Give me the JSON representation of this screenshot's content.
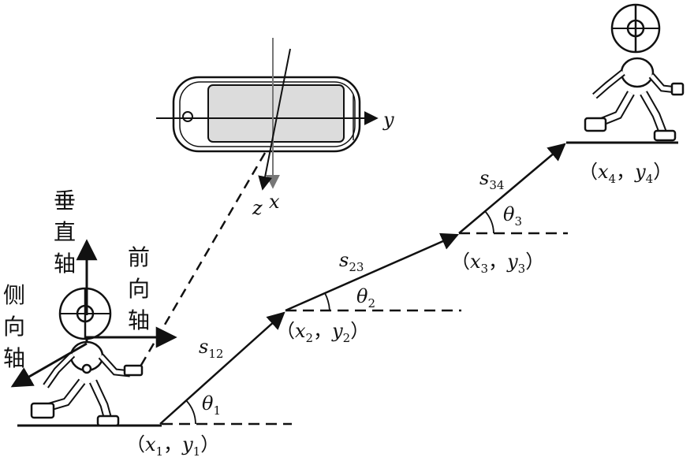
{
  "axes_labels": {
    "vertical_axis": [
      "垂",
      "直",
      "轴"
    ],
    "forward_axis": [
      "前",
      "向",
      "轴"
    ],
    "lateral_axis": [
      "侧",
      "向",
      "轴"
    ]
  },
  "phone_axes": {
    "y": "y",
    "z": "z",
    "x": "x"
  },
  "points": [
    {
      "open": "（",
      "xv": "x",
      "xsub": "1",
      "sep": "，",
      "yv": "y",
      "ysub": "1",
      "close": "）"
    },
    {
      "open": "（",
      "xv": "x",
      "xsub": "2",
      "sep": "，",
      "yv": "y",
      "ysub": "2",
      "close": "）"
    },
    {
      "open": "（",
      "xv": "x",
      "xsub": "3",
      "sep": "，",
      "yv": "y",
      "ysub": "3",
      "close": "）"
    },
    {
      "open": "（",
      "xv": "x",
      "xsub": "4",
      "sep": "，",
      "yv": "y",
      "ysub": "4",
      "close": "）"
    }
  ],
  "segments": [
    {
      "sym": "s",
      "sub": "12"
    },
    {
      "sym": "s",
      "sub": "23"
    },
    {
      "sym": "s",
      "sub": "34"
    }
  ],
  "angles": [
    {
      "sym": "θ",
      "sub": "1"
    },
    {
      "sym": "θ",
      "sub": "2"
    },
    {
      "sym": "θ",
      "sub": "3"
    }
  ]
}
